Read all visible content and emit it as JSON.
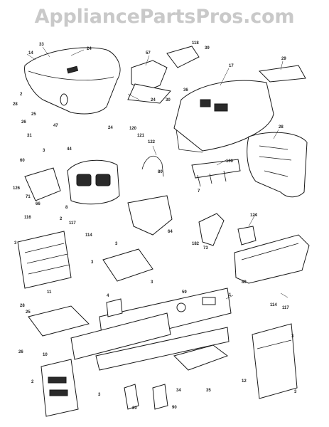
{
  "watermark": "AppliancePartsPros.com",
  "callouts": [
    {
      "id": "c14a",
      "text": "14"
    },
    {
      "id": "c33",
      "text": "33"
    },
    {
      "id": "c24a",
      "text": "24"
    },
    {
      "id": "c57",
      "text": "57"
    },
    {
      "id": "c118",
      "text": "118"
    },
    {
      "id": "c39",
      "text": "39"
    },
    {
      "id": "c17",
      "text": "17"
    },
    {
      "id": "c29",
      "text": "29"
    },
    {
      "id": "c36",
      "text": "36"
    },
    {
      "id": "c30",
      "text": "30"
    },
    {
      "id": "c24b",
      "text": "24"
    },
    {
      "id": "c2a",
      "text": "2"
    },
    {
      "id": "c28a",
      "text": "28"
    },
    {
      "id": "c25",
      "text": "25"
    },
    {
      "id": "c26",
      "text": "26"
    },
    {
      "id": "c47",
      "text": "47"
    },
    {
      "id": "c24c",
      "text": "24"
    },
    {
      "id": "c31",
      "text": "31"
    },
    {
      "id": "c3a",
      "text": "3"
    },
    {
      "id": "c44",
      "text": "44"
    },
    {
      "id": "c120",
      "text": "120"
    },
    {
      "id": "c121",
      "text": "121"
    },
    {
      "id": "c122",
      "text": "122"
    },
    {
      "id": "c28b",
      "text": "28"
    },
    {
      "id": "c60",
      "text": "60"
    },
    {
      "id": "c126",
      "text": "126"
    },
    {
      "id": "c71",
      "text": "71"
    },
    {
      "id": "c66",
      "text": "66"
    },
    {
      "id": "c8",
      "text": "8"
    },
    {
      "id": "c80",
      "text": "80"
    },
    {
      "id": "c100",
      "text": "100"
    },
    {
      "id": "c7",
      "text": "7"
    },
    {
      "id": "c64",
      "text": "64"
    },
    {
      "id": "c116",
      "text": "116"
    },
    {
      "id": "c2b",
      "text": "2"
    },
    {
      "id": "c117a",
      "text": "117"
    },
    {
      "id": "c114a",
      "text": "114"
    },
    {
      "id": "c3b",
      "text": "3"
    },
    {
      "id": "c124",
      "text": "124"
    },
    {
      "id": "c182",
      "text": "182"
    },
    {
      "id": "c73",
      "text": "73"
    },
    {
      "id": "c89",
      "text": "89"
    },
    {
      "id": "c3c",
      "text": "3"
    },
    {
      "id": "c11",
      "text": "11"
    },
    {
      "id": "c3d",
      "text": "3"
    },
    {
      "id": "c3e",
      "text": "3"
    },
    {
      "id": "c59",
      "text": "59"
    },
    {
      "id": "c1",
      "text": "1"
    },
    {
      "id": "c28c",
      "text": "28"
    },
    {
      "id": "c25b",
      "text": "25"
    },
    {
      "id": "c4",
      "text": "4"
    },
    {
      "id": "c26b",
      "text": "26"
    },
    {
      "id": "c10",
      "text": "10"
    },
    {
      "id": "c114b",
      "text": "114"
    },
    {
      "id": "c117b",
      "text": "117"
    },
    {
      "id": "c3f",
      "text": "3"
    },
    {
      "id": "c2c",
      "text": "2"
    },
    {
      "id": "c3g",
      "text": "3"
    },
    {
      "id": "c20",
      "text": "20"
    },
    {
      "id": "c34",
      "text": "34"
    },
    {
      "id": "c35",
      "text": "35"
    },
    {
      "id": "c90",
      "text": "90"
    },
    {
      "id": "c12",
      "text": "12"
    },
    {
      "id": "c3h",
      "text": "3"
    }
  ]
}
